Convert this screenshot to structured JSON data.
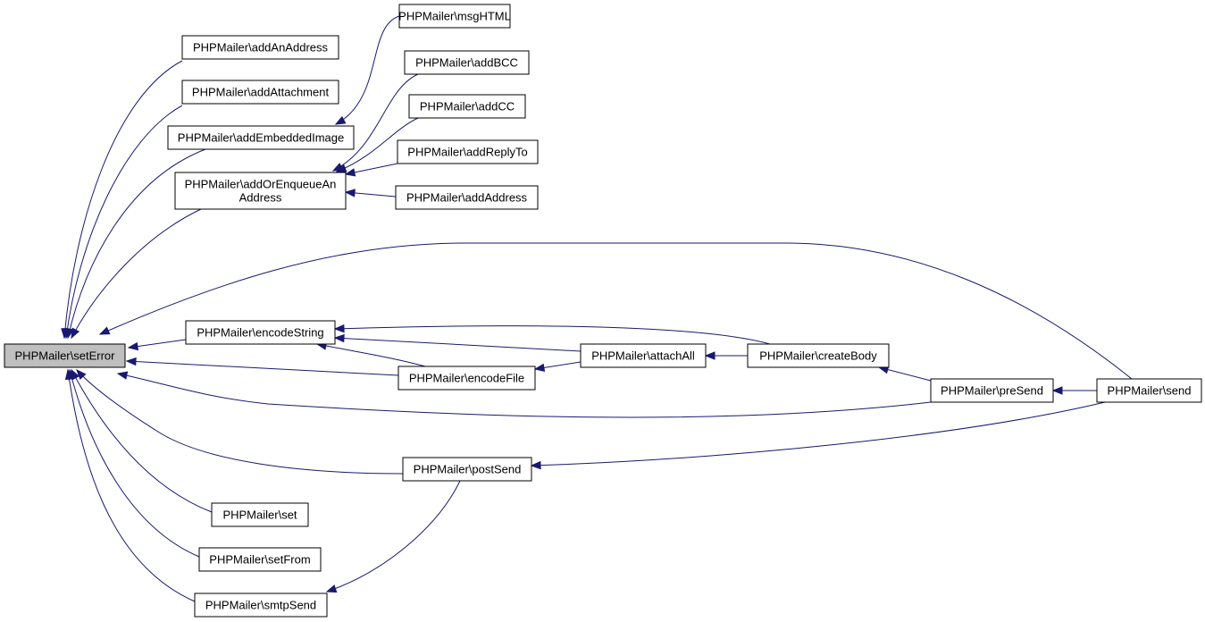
{
  "graph": {
    "edge_color": "#191970",
    "root_fill": "#bfbfbf",
    "nodes": [
      {
        "id": "setError",
        "lines": [
          "PHPMailer\\setError"
        ],
        "root": true
      },
      {
        "id": "addAnAddress",
        "lines": [
          "PHPMailer\\addAnAddress"
        ]
      },
      {
        "id": "addAttachment",
        "lines": [
          "PHPMailer\\addAttachment"
        ]
      },
      {
        "id": "addEmbeddedImage",
        "lines": [
          "PHPMailer\\addEmbeddedImage"
        ]
      },
      {
        "id": "addOrEnqueueAnAddress",
        "lines": [
          "PHPMailer\\addOrEnqueueAn",
          "Address"
        ]
      },
      {
        "id": "msgHTML",
        "lines": [
          "PHPMailer\\msgHTML"
        ]
      },
      {
        "id": "addBCC",
        "lines": [
          "PHPMailer\\addBCC"
        ]
      },
      {
        "id": "addCC",
        "lines": [
          "PHPMailer\\addCC"
        ]
      },
      {
        "id": "addReplyTo",
        "lines": [
          "PHPMailer\\addReplyTo"
        ]
      },
      {
        "id": "addAddress",
        "lines": [
          "PHPMailer\\addAddress"
        ]
      },
      {
        "id": "encodeString",
        "lines": [
          "PHPMailer\\encodeString"
        ]
      },
      {
        "id": "encodeFile",
        "lines": [
          "PHPMailer\\encodeFile"
        ]
      },
      {
        "id": "attachAll",
        "lines": [
          "PHPMailer\\attachAll"
        ]
      },
      {
        "id": "createBody",
        "lines": [
          "PHPMailer\\createBody"
        ]
      },
      {
        "id": "preSend",
        "lines": [
          "PHPMailer\\preSend"
        ]
      },
      {
        "id": "send",
        "lines": [
          "PHPMailer\\send"
        ]
      },
      {
        "id": "postSend",
        "lines": [
          "PHPMailer\\postSend"
        ]
      },
      {
        "id": "set",
        "lines": [
          "PHPMailer\\set"
        ]
      },
      {
        "id": "setFrom",
        "lines": [
          "PHPMailer\\setFrom"
        ]
      },
      {
        "id": "smtpSend",
        "lines": [
          "PHPMailer\\smtpSend"
        ]
      }
    ],
    "edges": [
      {
        "from": "addAnAddress",
        "to": "setError"
      },
      {
        "from": "addAttachment",
        "to": "setError"
      },
      {
        "from": "addEmbeddedImage",
        "to": "setError"
      },
      {
        "from": "addOrEnqueueAnAddress",
        "to": "setError"
      },
      {
        "from": "send",
        "to": "setError"
      },
      {
        "from": "encodeString",
        "to": "setError"
      },
      {
        "from": "encodeFile",
        "to": "setError"
      },
      {
        "from": "preSend",
        "to": "setError"
      },
      {
        "from": "postSend",
        "to": "setError"
      },
      {
        "from": "set",
        "to": "setError"
      },
      {
        "from": "setFrom",
        "to": "setError"
      },
      {
        "from": "smtpSend",
        "to": "setError"
      },
      {
        "from": "msgHTML",
        "to": "addEmbeddedImage"
      },
      {
        "from": "addBCC",
        "to": "addOrEnqueueAnAddress"
      },
      {
        "from": "addCC",
        "to": "addOrEnqueueAnAddress"
      },
      {
        "from": "addReplyTo",
        "to": "addOrEnqueueAnAddress"
      },
      {
        "from": "addAddress",
        "to": "addOrEnqueueAnAddress"
      },
      {
        "from": "createBody",
        "to": "encodeString"
      },
      {
        "from": "attachAll",
        "to": "encodeString"
      },
      {
        "from": "encodeFile",
        "to": "encodeString"
      },
      {
        "from": "attachAll",
        "to": "encodeFile"
      },
      {
        "from": "createBody",
        "to": "attachAll"
      },
      {
        "from": "preSend",
        "to": "createBody"
      },
      {
        "from": "send",
        "to": "preSend"
      },
      {
        "from": "send",
        "to": "postSend"
      },
      {
        "from": "smtpSend",
        "to": "postSend"
      }
    ]
  }
}
